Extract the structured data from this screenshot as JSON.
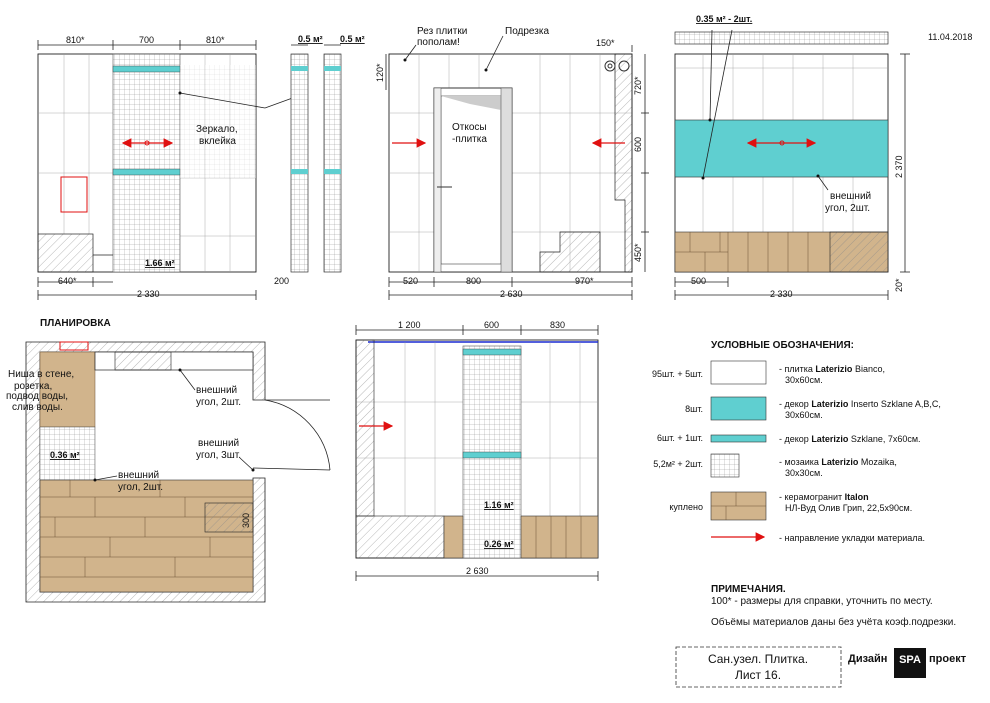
{
  "date": "11.04.2018",
  "elev1": {
    "top_dims": [
      "810*",
      "700",
      "810*"
    ],
    "bottom_dims": [
      "640*",
      "2 330"
    ],
    "mirror_label": [
      "Зеркало,",
      "вклейка"
    ],
    "area": "1.66 м²"
  },
  "side_strips": {
    "labels": [
      "0.5 м²",
      "0.5 м²"
    ],
    "dim": "200"
  },
  "elev2": {
    "notes": [
      "Рез плитки",
      "пополам!",
      "Подрезка"
    ],
    "reveal": [
      "Откосы",
      "-плитка"
    ],
    "top_right": "150*",
    "side_left": "120*",
    "side_right": [
      "720*",
      "600",
      "450*"
    ],
    "bottom_dims": [
      "520",
      "800",
      "970*",
      "2 630"
    ]
  },
  "elev3": {
    "top_label": "0.35 м² - 2шт.",
    "corner_note": [
      "внешний",
      "угол, 2шт."
    ],
    "side_right": [
      "2 370",
      "20*"
    ],
    "bottom_dims": [
      "500",
      "2 330"
    ]
  },
  "plan": {
    "title": "ПЛАНИРОВКА",
    "niche": [
      "Ниша в стене,",
      "розетка,",
      "подвод воды,",
      "слив воды."
    ],
    "area": "0.36 м²",
    "notes": [
      [
        "внешний",
        "угол, 2шт."
      ],
      [
        "внешний",
        "угол, 3шт."
      ],
      [
        "внешний",
        "угол, 2шт."
      ]
    ],
    "dim": "300"
  },
  "elev4": {
    "top_dims": [
      "1 200",
      "600",
      "830"
    ],
    "area1": "1.16 м²",
    "area2": "0.26 м²",
    "bottom_dim": "2 630"
  },
  "legend": {
    "title": "УСЛОВНЫЕ ОБОЗНАЧЕНИЯ:",
    "rows": [
      {
        "qty": "95шт. + 5шт.",
        "pre": "- плитка ",
        "brand": "Laterizio",
        "post": " Bianco,",
        "line2": "30х60см."
      },
      {
        "qty": "8шт.",
        "pre": "- декор ",
        "brand": "Laterizio",
        "post": " Inserto Szklane A,B,C,",
        "line2": "30х60см."
      },
      {
        "qty": "6шт. + 1шт.",
        "pre": "- декор ",
        "brand": "Laterizio",
        "post": " Szklane, 7х60см.",
        "line2": ""
      },
      {
        "qty": "5,2м² + 2шт.",
        "pre": "- мозаика ",
        "brand": "Laterizio",
        "post": " Mozaika,",
        "line2": "30х30см."
      },
      {
        "qty": "куплено",
        "pre": "- керамогранит  ",
        "brand": "Italon",
        "post": "",
        "line2": "НЛ-Вуд Олив Грип, 22,5х90см."
      },
      {
        "qty": "",
        "pre": "- направление укладки материала.",
        "brand": "",
        "post": "",
        "line2": ""
      }
    ]
  },
  "notes": {
    "title": "ПРИМЕЧАНИЯ.",
    "line1": "100* - размеры для справки, уточнить по месту.",
    "line2": "Объёмы материалов даны без учёта коэф.подрезки."
  },
  "stamp": {
    "line1": "Сан.узел. Плитка.",
    "line2": "Лист 16."
  },
  "brand": {
    "pre": "Дизайн",
    "logo": "SPA",
    "post": "проект"
  },
  "colors": {
    "teal": "#5fcfd0",
    "wood": "#d1b48c",
    "arrow": "#e01010",
    "blue": "#1a2ad0"
  }
}
